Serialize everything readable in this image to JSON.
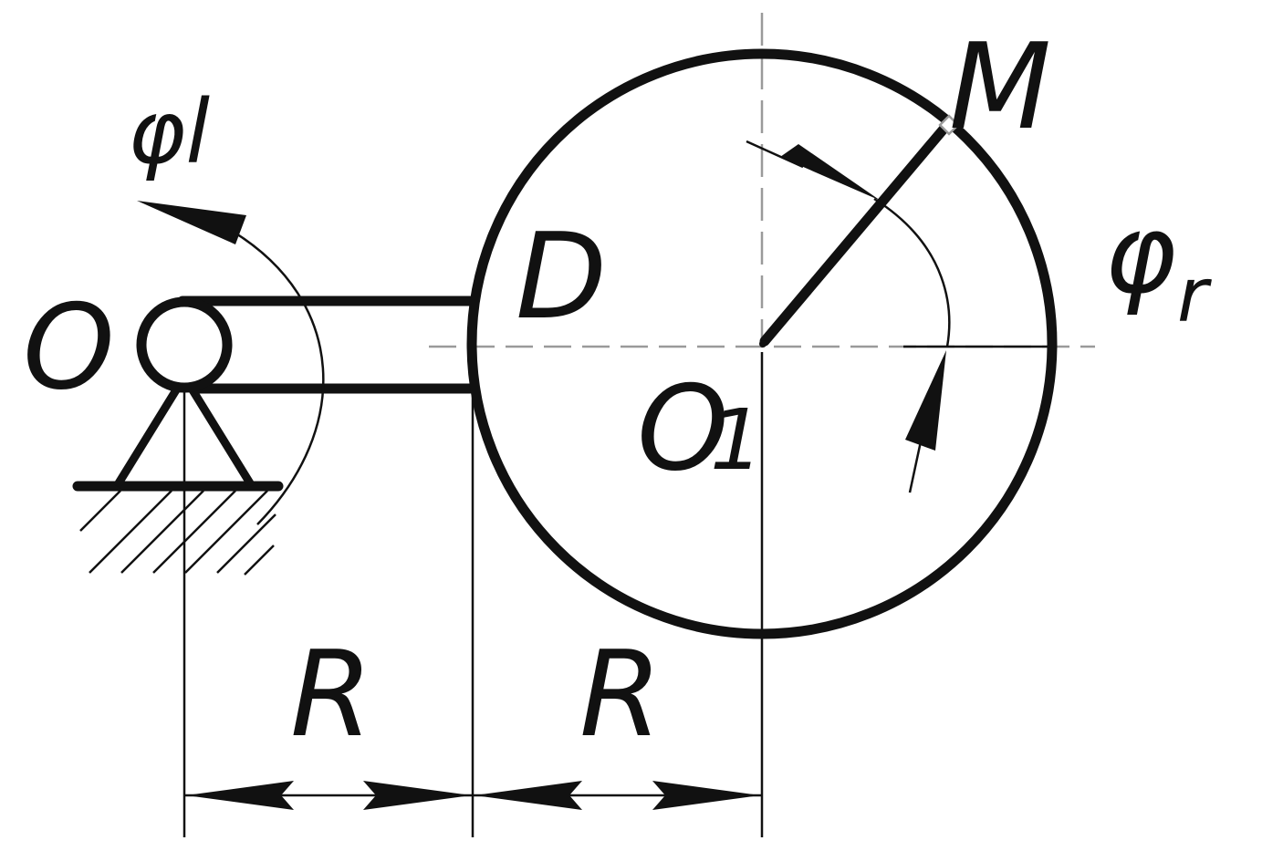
{
  "colors": {
    "ink": "#111111",
    "centerline": "#9a9a9a",
    "background": "#ffffff"
  },
  "labels": {
    "pivot_O": "O",
    "center_O1_main": "O",
    "center_O1_sub": "1",
    "disk_D": "D",
    "point_M": "M",
    "angle_phi_l": "φl",
    "angle_phi_r_main": "φ",
    "angle_phi_r_sub": "r",
    "dim_left": "R",
    "dim_right": "R"
  }
}
